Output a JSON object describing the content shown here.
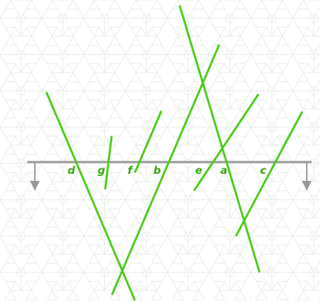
{
  "colors": {
    "background": "#ffffff",
    "pattern_stroke": "#e6eee6",
    "stick": "#4ccc1a",
    "rail": "#999999",
    "label": "#39a613"
  },
  "board": {
    "rail_end_icons": [
      "arrow-down-icon",
      "arrow-down-icon"
    ],
    "labels": [
      "d",
      "g",
      "f",
      "b",
      "e",
      "a",
      "c"
    ]
  }
}
